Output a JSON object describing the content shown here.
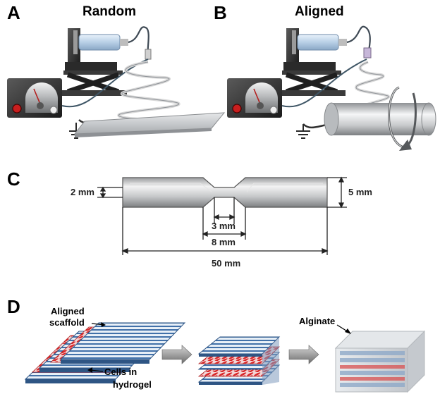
{
  "panels": {
    "a": {
      "label": "A",
      "title": "Random"
    },
    "b": {
      "label": "B",
      "title": "Aligned"
    },
    "c": {
      "label": "C",
      "dim_height_small": "2 mm",
      "dim_height_large": "5 mm",
      "dim_neck_inner": "3 mm",
      "dim_neck_outer": "8 mm",
      "dim_total_length": "50 mm"
    },
    "d": {
      "label": "D",
      "aligned_scaffold": [
        "Aligned",
        "scaffold"
      ],
      "cells_in_hydrogel": [
        "Cells in",
        "hydrogel"
      ],
      "alginate": "Alginate"
    }
  },
  "colors": {
    "fiber_blue": "#3f6fa8",
    "cell_red": "#d8282a",
    "collector_grey": "#c9cbcd",
    "alginate_grey": "#d4d7db"
  }
}
